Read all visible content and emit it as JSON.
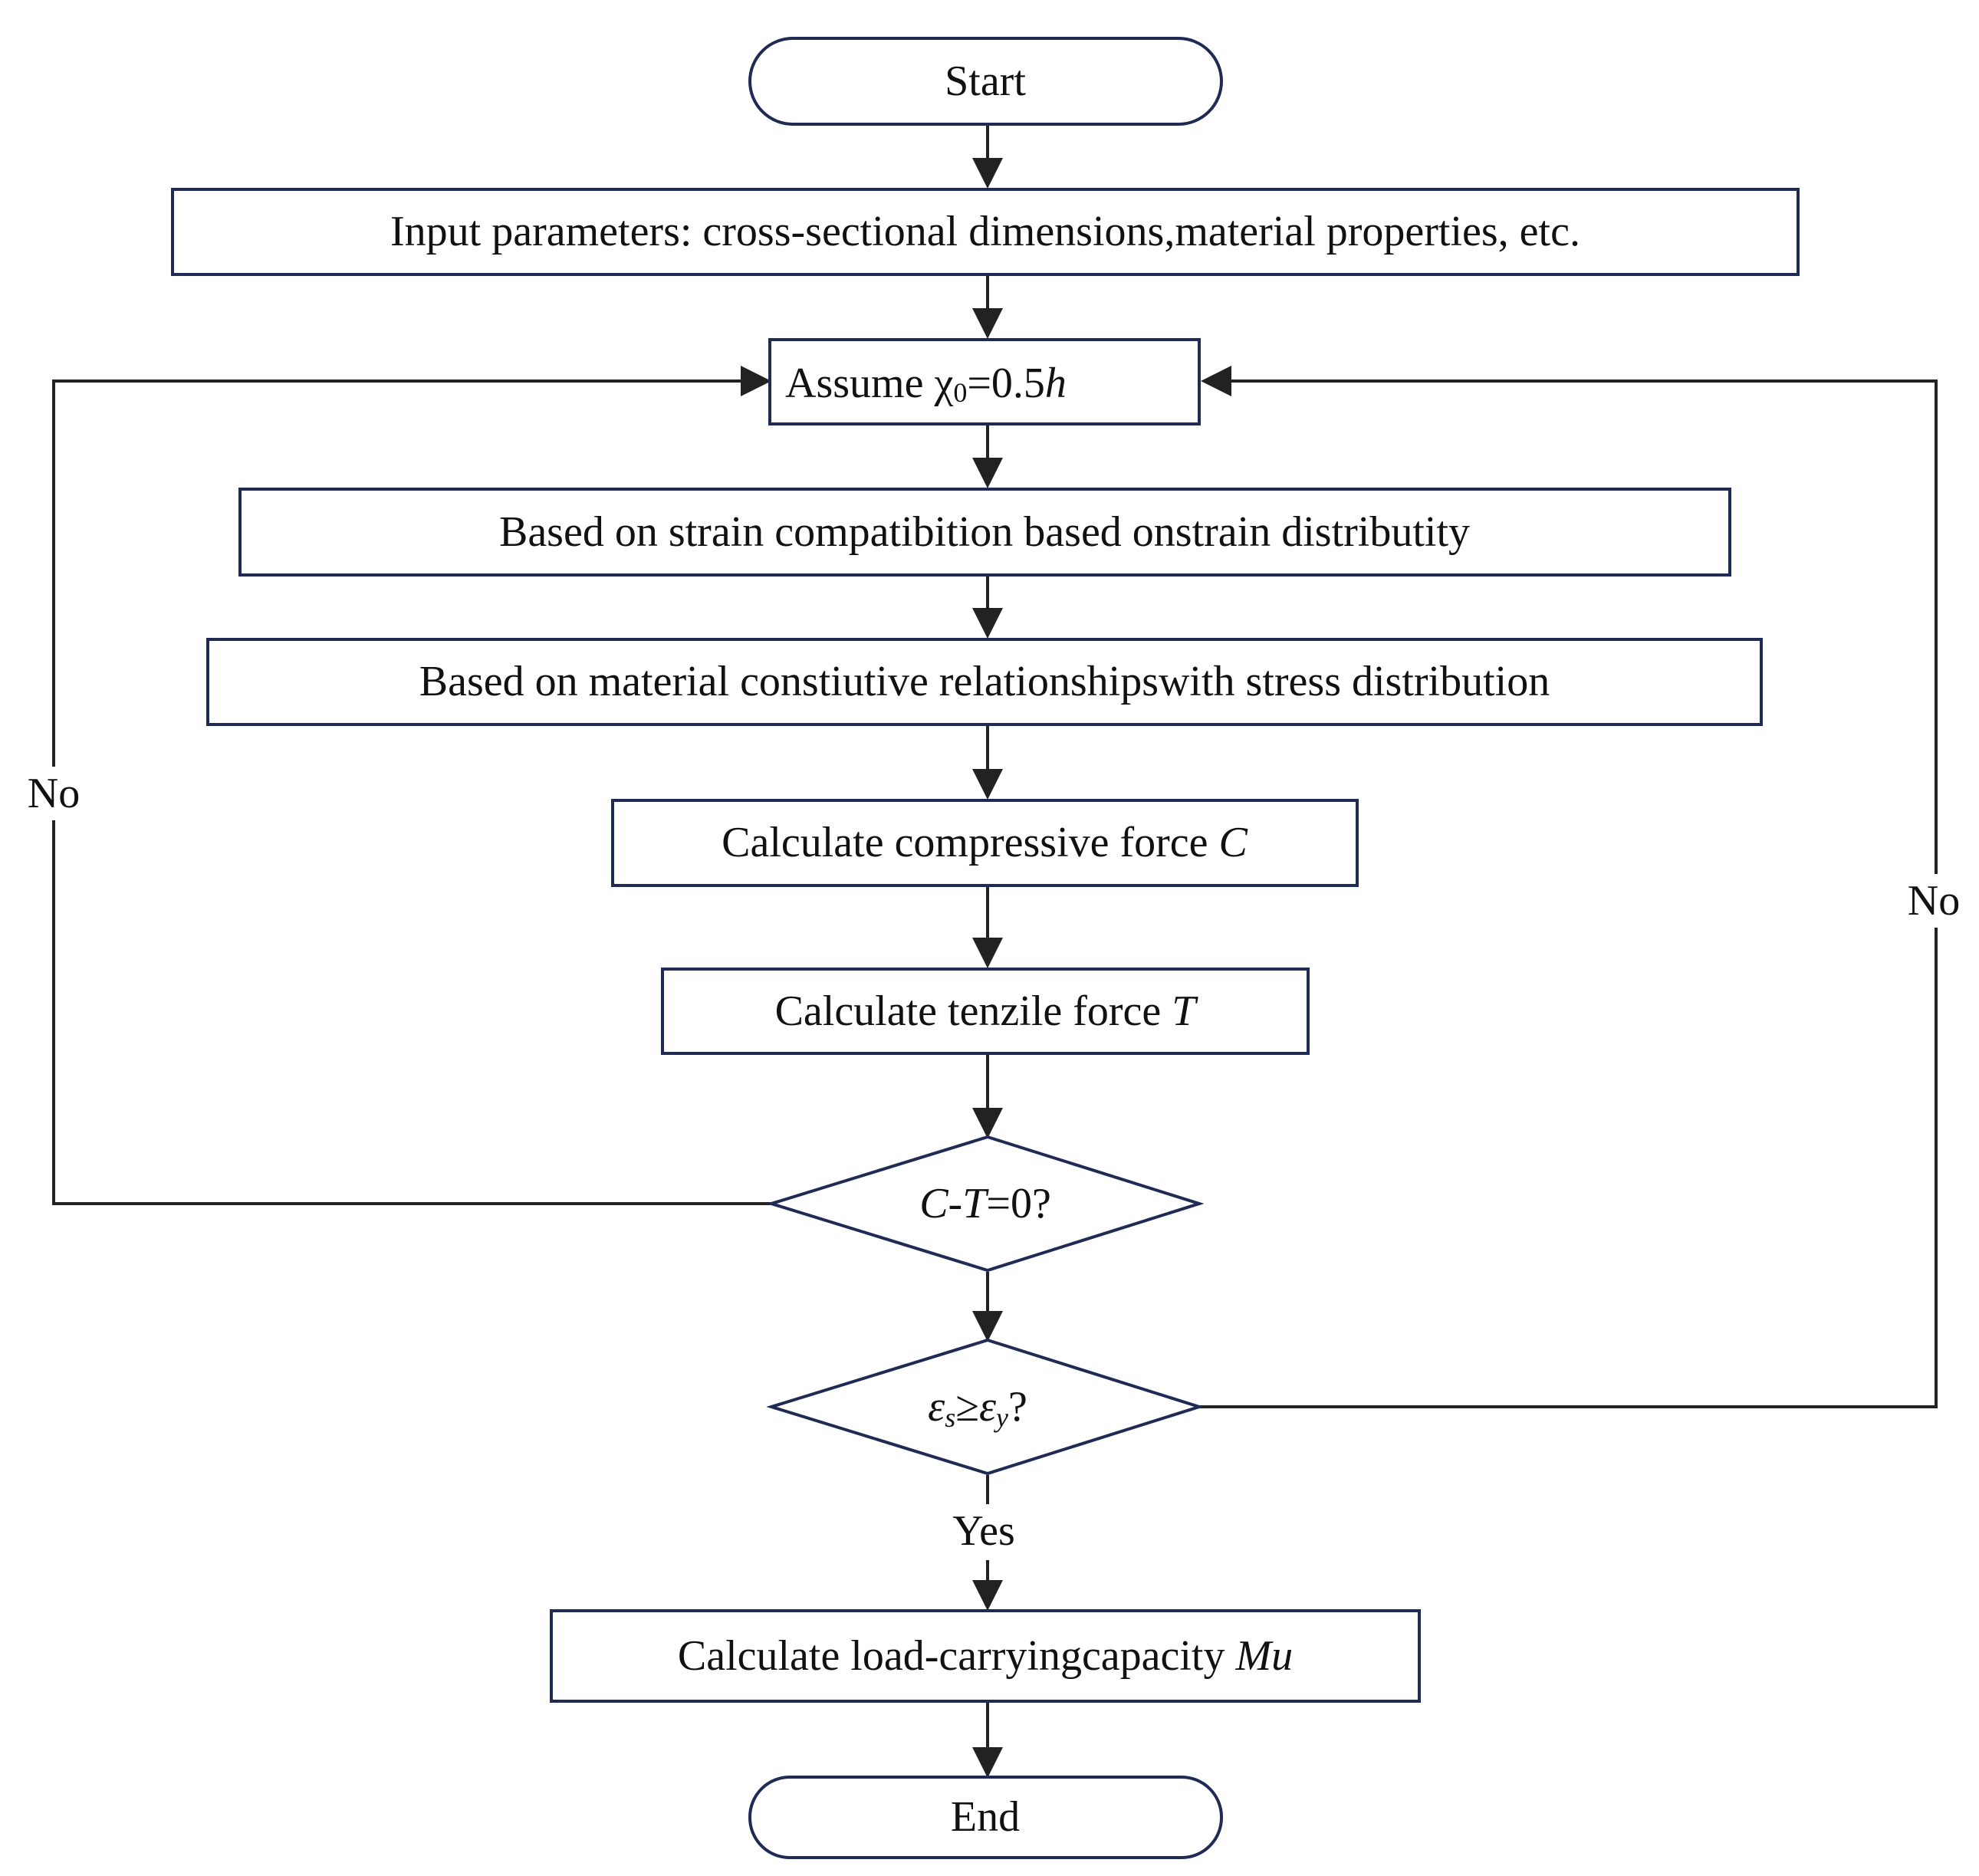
{
  "nodes": {
    "start": "Start",
    "input": "Input parameters: cross-sectional dimensions,material properties, etc.",
    "assume": {
      "prefix": "Assume ",
      "symbol": "χ",
      "subscript": "0",
      "equals": "=0.5",
      "variable": "h"
    },
    "strain": "Based on strain compatibition based onstrain distributity",
    "stress": "Based on material constiutive relationshipswith stress distribution",
    "compressive": {
      "text": "Calculate compressive force ",
      "variable": "C"
    },
    "tensile": {
      "text": "Calculate tenzile force ",
      "variable": "T"
    },
    "decision_force": {
      "var_c": "C",
      "minus": "-",
      "var_t": "T",
      "rest": "=0?"
    },
    "decision_strain": {
      "eps1": "ε",
      "sub1": "s",
      "geq": "≥",
      "eps2": "ε",
      "sub2": "y",
      "question": "?"
    },
    "capacity": {
      "text": "Calculate load-carryingcapacity ",
      "variable": "Mu"
    },
    "end": "End"
  },
  "labels": {
    "no_left": "No",
    "no_right": "No",
    "yes": "Yes"
  }
}
